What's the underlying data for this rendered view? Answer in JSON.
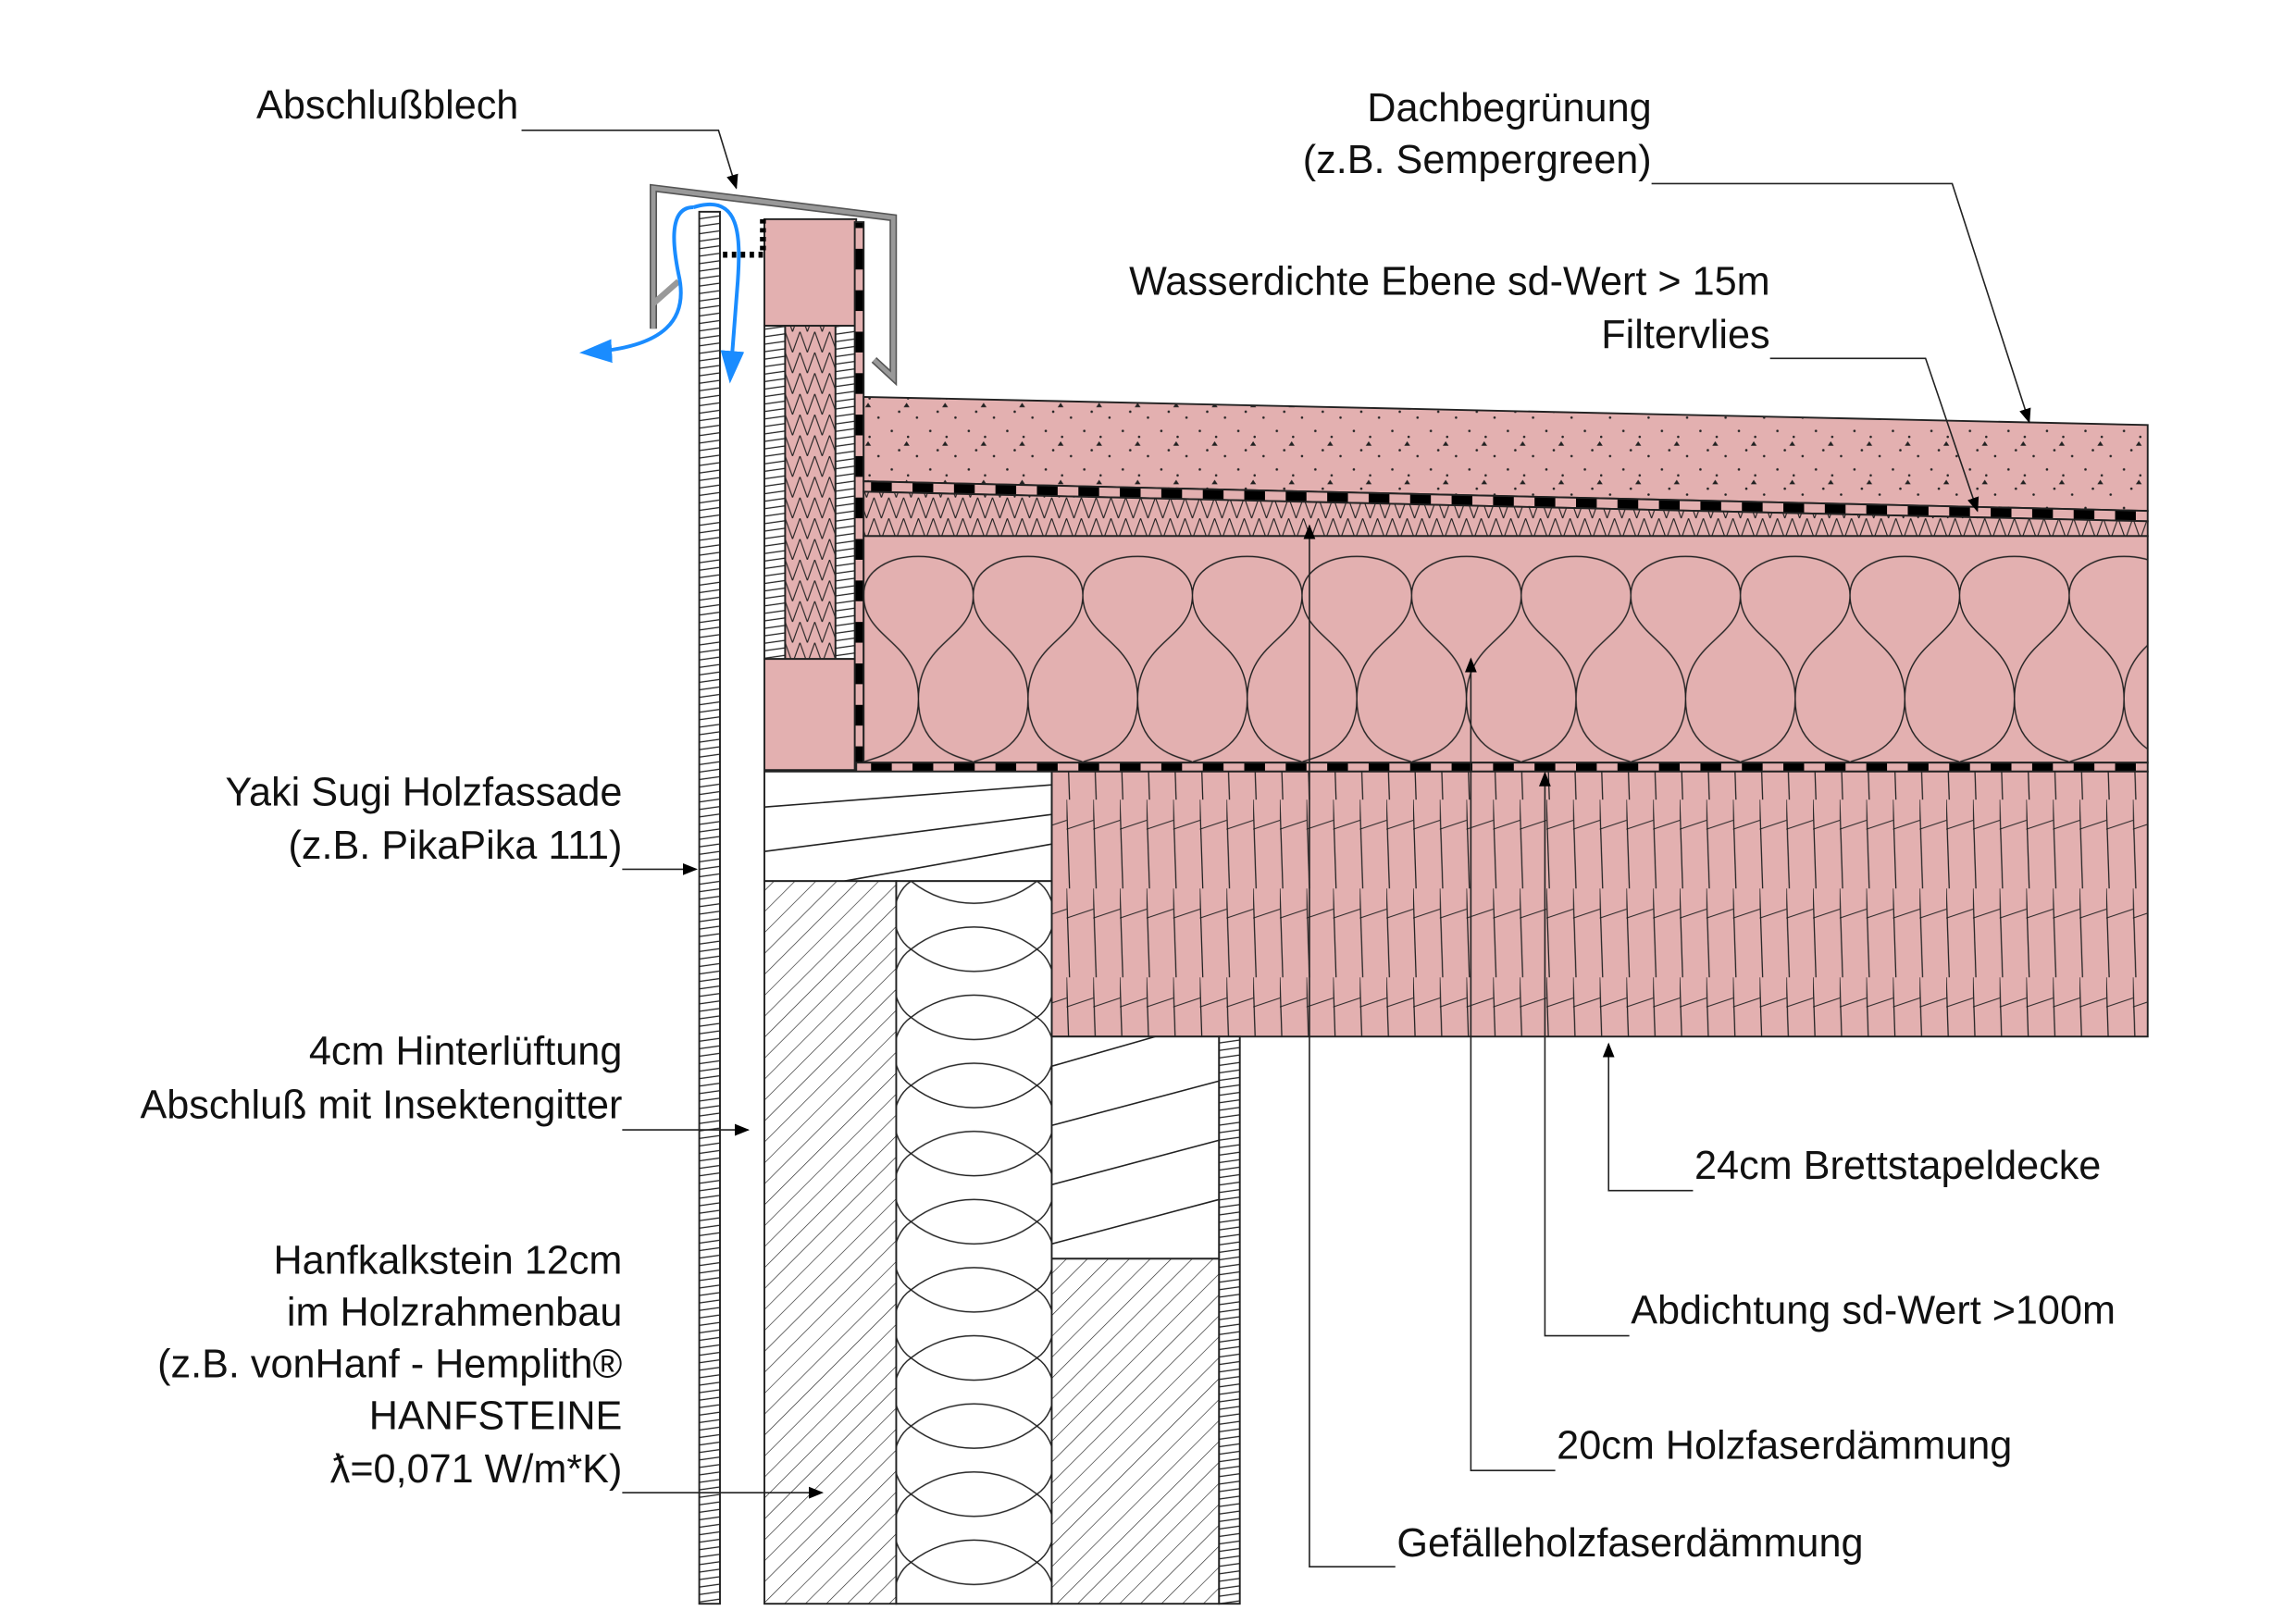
{
  "colors": {
    "material": "#e3b0b0",
    "airflow": "#1a8cff",
    "flashing": "#999999"
  },
  "labels": {
    "flashing": "Abschlußblech",
    "green_roof": [
      "Dachbegrünung",
      "(z.B. Sempergreen)"
    ],
    "waterproof": "Wasserdichte Ebene sd-Wert > 15m",
    "filter": "Filtervlies",
    "facade": [
      "Yaki Sugi Holzfassade",
      "(z.B. PikaPika 111)"
    ],
    "ventilation": [
      "4cm Hinterlüftung",
      "Abschluß mit Insektengitter"
    ],
    "wall": [
      "Hanfkalkstein 12cm",
      "im Holzrahmenbau",
      "(z.B. vonHanf - Hemplith®",
      "HANFSTEINE",
      "ƛ=0,071 W/m*K)"
    ],
    "deck": "24cm Brettstapeldecke",
    "sealing": "Abdichtung sd-Wert >100m",
    "insulation": "20cm Holzfaserdämmung",
    "taper": "Gefälleholzfaserdämmung"
  }
}
